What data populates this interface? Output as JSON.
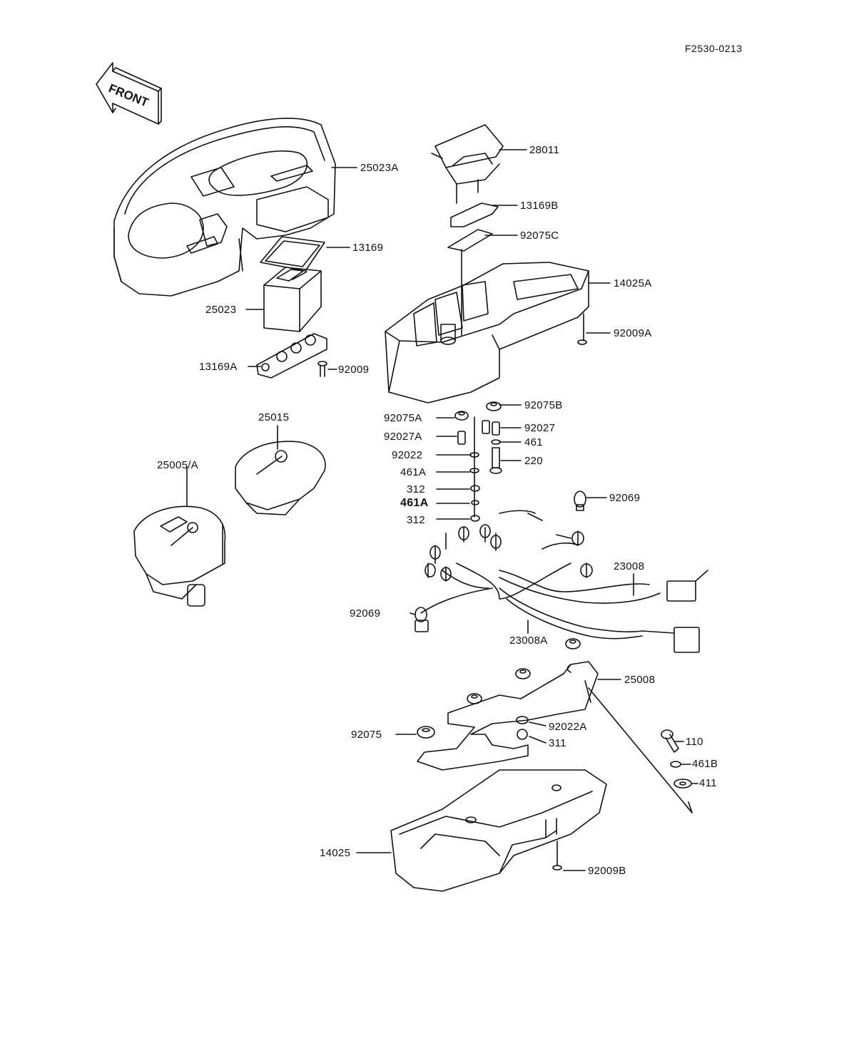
{
  "diagram_code": "F2530-0213",
  "front_label": "FRONT",
  "labels": {
    "p28011": "28011",
    "p25023A": "25023A",
    "p13169B": "13169B",
    "p92075C": "92075C",
    "p13169": "13169",
    "p14025A": "14025A",
    "p25023": "25023",
    "p92009A": "92009A",
    "p13169A": "13169A",
    "p92009": "92009",
    "p25015": "25015",
    "p92075A": "92075A",
    "p92075B": "92075B",
    "p25005A": "25005/A",
    "p92027A": "92027A",
    "p92027": "92027",
    "p461": "461",
    "p92022": "92022",
    "p220": "220",
    "p461A_1": "461A",
    "p312_1": "312",
    "p92069_1": "92069",
    "p461A_2": "461A",
    "p312_2": "312",
    "p23008": "23008",
    "p92069_2": "92069",
    "p23008A": "23008A",
    "p25008": "25008",
    "p92075": "92075",
    "p92022A": "92022A",
    "p311": "311",
    "p110": "110",
    "p461B": "461B",
    "p411": "411",
    "p14025": "14025",
    "p92009B": "92009B"
  }
}
